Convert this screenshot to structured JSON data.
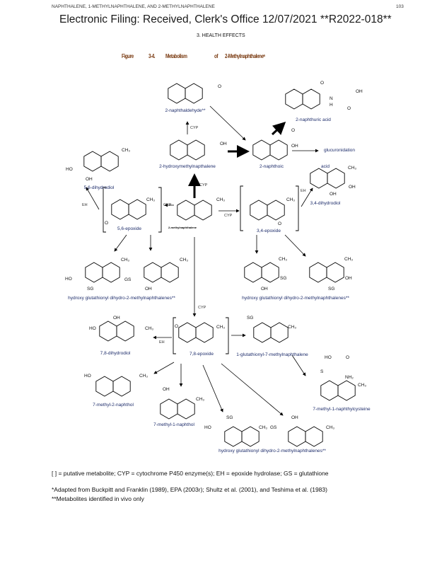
{
  "header": {
    "stamp": "Electronic Filing: Received, Clerk's Office 12/07/2021 **R2022-018**",
    "running_head": "NAPHTHALENE, 1-METHYLNAPHTHALENE, AND 2-METHYLNAPHTHALENE",
    "page_number": "103",
    "section": "3.  HEALTH EFFECTS"
  },
  "figure": {
    "word": "Figure",
    "number": "3-4.",
    "title_a": "Metabolism",
    "title_b": "of",
    "title_c": "2-Methylnaphthaleneᵃ"
  },
  "compounds": {
    "naphthaldehyde": "2-naphthaldehyde**",
    "naphthuric": "2-naphthuric acid",
    "hydroxymethyl": "2-hydroxymethylnapthalene",
    "naphthoic": "2-naphthoic",
    "acid": "acid",
    "glucuronidation": "glucuronidation",
    "diol56": "5,6-dihydrodiol",
    "diol34": "3,4-dihydrodiol",
    "epox56": "5,6-epoxide",
    "parent": "2-methylnaphthalene",
    "epox34": "3,4-epoxide",
    "hgd_left": "hydroxy  glutathionyl dihydro-2-methylnaphthalenes**",
    "hgd_right": "hydroxy  glutathionyl dihydro-2-methylnaphthalenes**",
    "diol78": "7,8-dihydrodiol",
    "epox78": "7,8-epoxide",
    "glut1": "1-glutathionyl-7-methylnaphthalene",
    "cysteine": "7-methyl-1-naphthylcysteine",
    "naphthol2": "7-methyl-2-naphthol",
    "naphthol1": "7-methyl-1-naphthol",
    "hgd_bottom": "hydroxy  glutathionyl dihydro-2-methylnaphthalenes**"
  },
  "groups": {
    "o": "O",
    "oh": "OH",
    "ho": "HO",
    "ch3": "CH₃",
    "sg": "SG",
    "gs": "GS",
    "n": "N",
    "h": "H",
    "s": "S",
    "nh2": "NH₂"
  },
  "enzymes": {
    "cyp": "CYP",
    "eh": "EH"
  },
  "notes": {
    "legend": "[ ] = putative metabolite; CYP = cytochrome P450 enzyme(s); EH = epoxide hydrolase; GS = glutathione",
    "adapted": "*Adapted from Buckpitt and Franklin (1989), EPA (2003r); Shultz et al. (2001), and Teshima et al. (1983)",
    "identified": "**Metabolites identified in vivo only"
  }
}
